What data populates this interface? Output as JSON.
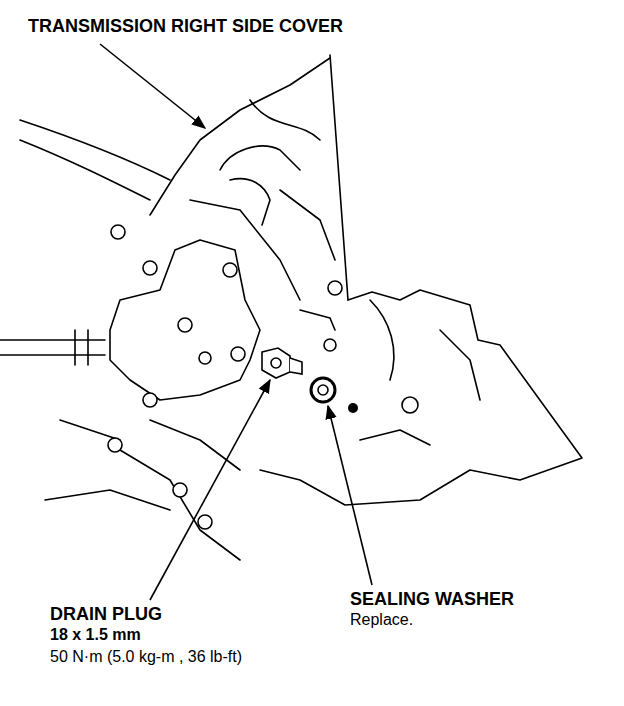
{
  "diagram": {
    "labels": [
      "TRANSMISSION RIGHT SIDE COVER",
      "DRAIN PLUG",
      "18 x 1.5 mm",
      "50 N·m (5.0 kg-m , 36 lb-ft)",
      "SEALING WASHER",
      "Replace."
    ]
  }
}
